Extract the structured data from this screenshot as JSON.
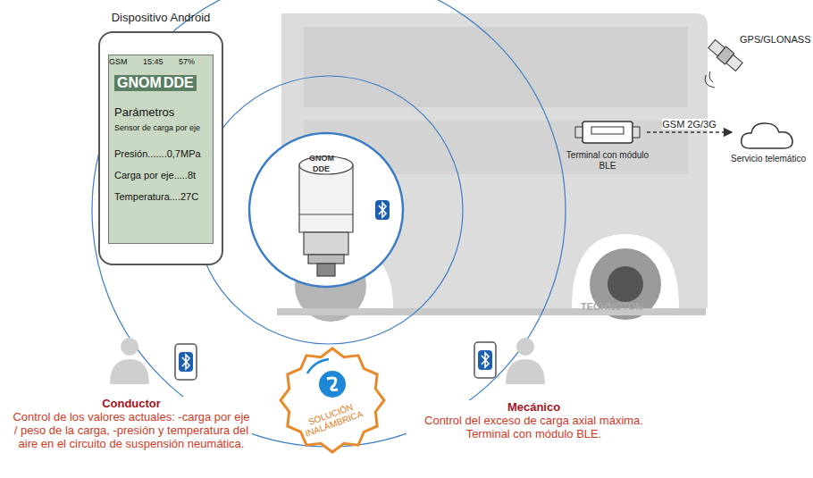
{
  "diagram": {
    "nodes": [
      {
        "text": [
          "Dispositivo Android"
        ]
      },
      {
        "text": [
          "Parámetros",
          "Sensor de carga por eje",
          "Presión.......0,7MPa",
          "Carga por eje.....8t",
          "Temperatura....27C"
        ],
        "in": 0
      },
      {
        "text": [
          "Terminal con módulo BLE"
        ]
      },
      {
        "text": [
          "Servicio telemático"
        ]
      },
      {
        "text": [
          "SOLUCIÓN INALÁMBRICA"
        ]
      },
      {
        "text": [
          "Conductor",
          "Control de los valores actuales: -carga por eje / peso de la carga, -presión y temperatura del aire en el circuito de suspensión neumática."
        ]
      },
      {
        "text": [
          "Mecánico",
          "Control del exceso de carga axial máxima. Terminal con módulo BLE."
        ]
      }
    ],
    "edges": [
      {
        "from": 2,
        "to": 3,
        "label": "GSM 2G/3G",
        "arrow": "to"
      }
    ],
    "labels": [
      "GSM",
      "15:45",
      "57%",
      "GNOM",
      "DDE",
      "GNOM",
      "DDE",
      "GPS/GLONASS",
      "TECHNOTON"
    ]
  }
}
